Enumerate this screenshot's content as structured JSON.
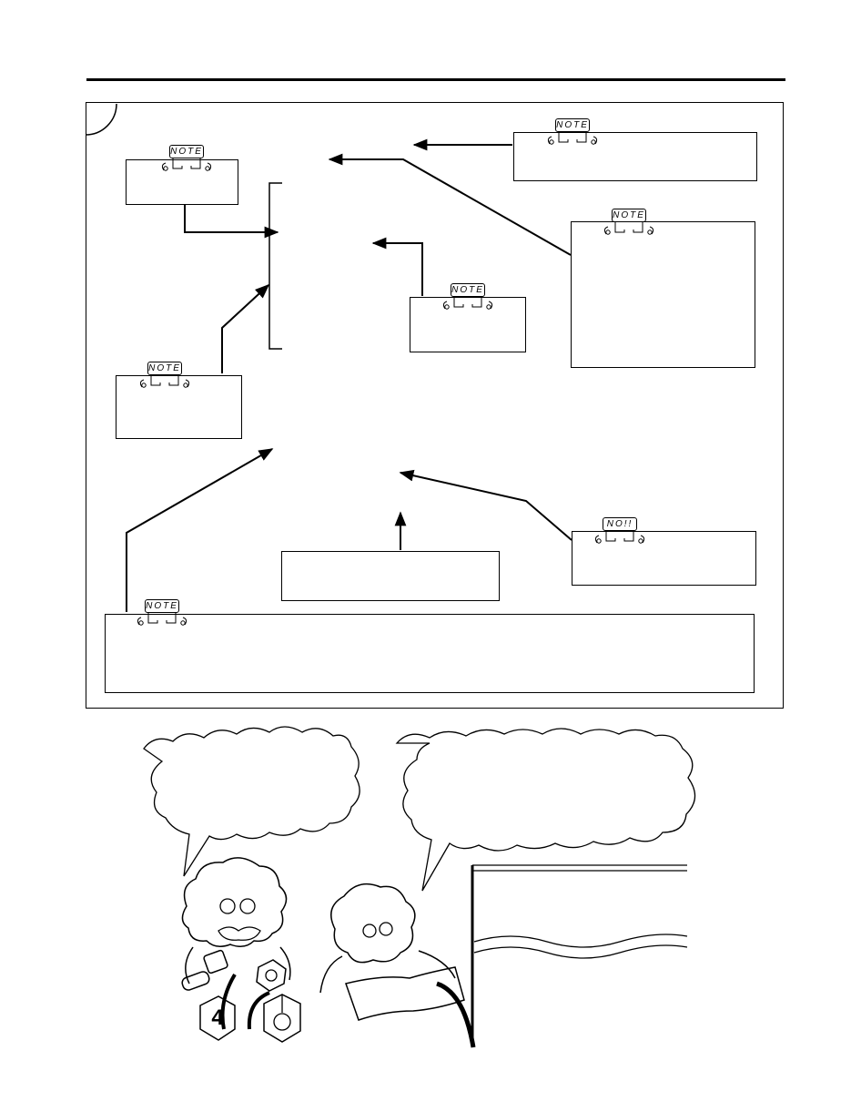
{
  "header": {
    "title": ""
  },
  "diagram": {
    "notes": [
      {
        "id": "top-right",
        "badge": "NOTE",
        "text": ""
      },
      {
        "id": "top-left",
        "badge": "NOTE",
        "text": ""
      },
      {
        "id": "right-tall",
        "badge": "NOTE",
        "text": ""
      },
      {
        "id": "center",
        "badge": "NOTE",
        "text": ""
      },
      {
        "id": "left",
        "badge": "NOTE",
        "text": ""
      },
      {
        "id": "bottom-right",
        "badge": "NO!!",
        "text": ""
      },
      {
        "id": "bottom-wide",
        "badge": "NOTE",
        "text": ""
      }
    ],
    "center_box_text": ""
  },
  "cartoon": {
    "left_bubble_text": "",
    "right_bubble_text": "",
    "bolt_number": "4",
    "nut_number": "O"
  },
  "icons": {
    "note-mascot": "note-mascot-icon",
    "mechanic": "mechanic-character-icon",
    "reader": "reader-character-icon"
  }
}
